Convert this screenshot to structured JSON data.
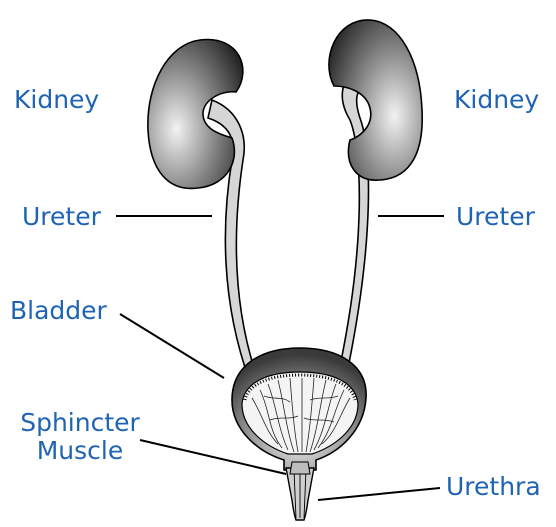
{
  "labels": {
    "kidney_left": "Kidney",
    "kidney_right": "Kidney",
    "ureter_left": "Ureter",
    "ureter_right": "Ureter",
    "bladder": "Bladder",
    "sphincter_line1": "Sphincter",
    "sphincter_line2": "Muscle",
    "urethra": "Urethra"
  },
  "colors": {
    "label": "#1f64b4",
    "outline": "#000000",
    "ureter_fill": "#d6d6d6",
    "kidney_dark": "#2a2a2a",
    "kidney_light": "#f2f2f2"
  }
}
